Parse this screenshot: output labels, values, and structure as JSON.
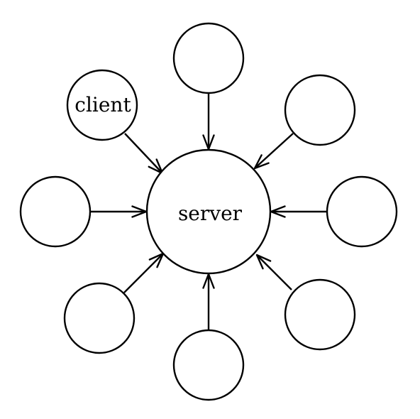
{
  "diagram": {
    "server": {
      "label": "server"
    },
    "clients": [
      {
        "label": "client"
      },
      {
        "label": ""
      },
      {
        "label": ""
      },
      {
        "label": ""
      },
      {
        "label": ""
      },
      {
        "label": ""
      },
      {
        "label": ""
      },
      {
        "label": ""
      }
    ],
    "edges": [
      {
        "from": "client-0",
        "to": "server"
      },
      {
        "from": "client-1",
        "to": "server"
      },
      {
        "from": "client-2",
        "to": "server"
      },
      {
        "from": "client-3",
        "to": "server"
      },
      {
        "from": "client-4",
        "to": "server"
      },
      {
        "from": "client-5",
        "to": "server"
      },
      {
        "from": "client-6",
        "to": "server"
      },
      {
        "from": "client-7",
        "to": "server"
      }
    ]
  }
}
